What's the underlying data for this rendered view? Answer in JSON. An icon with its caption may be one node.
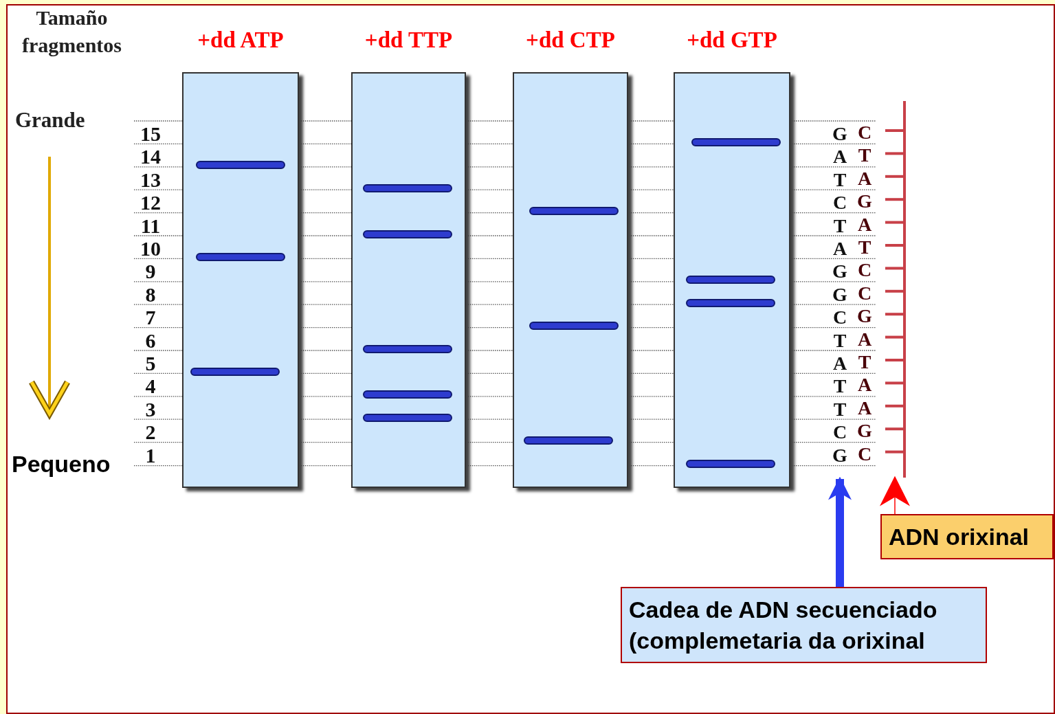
{
  "diagram": {
    "nodes": [
      {
        "text": [
          "+dd ATP"
        ]
      },
      {
        "text": [
          "+dd TTP"
        ]
      },
      {
        "text": [
          "+dd CTP"
        ]
      },
      {
        "text": [
          "+dd GTP"
        ]
      },
      {
        "text": [
          "ADN orixinal"
        ]
      },
      {
        "text": [
          "Cadea de ADN secuenciado (complemetaria da orixinal"
        ]
      },
      {
        "text": [],
        "shape": "bar",
        "beside": [
          "C",
          "T",
          "A",
          "G",
          "A",
          "T",
          "C",
          "C",
          "G",
          "A",
          "T",
          "A",
          "A",
          "G",
          "C"
        ]
      },
      {
        "text": [
          "G",
          "A",
          "T",
          "C",
          "T",
          "A",
          "G",
          "G",
          "C",
          "T",
          "A",
          "T",
          "T",
          "C",
          "G"
        ]
      }
    ],
    "edges": [
      {
        "from": 4,
        "to": 6,
        "arrow": "to",
        "color": "#ff0000"
      },
      {
        "from": 5,
        "to": 7,
        "arrow": "to",
        "style": "thick",
        "color": "#2a3cf0"
      }
    ],
    "labels": [
      "Tamaño fragmentos",
      "Grande",
      "15",
      "14",
      "13",
      "12",
      "11",
      "10",
      "9",
      "8",
      "7",
      "6",
      "5",
      "4",
      "3",
      "2",
      "1",
      "Pequeno"
    ]
  }
}
